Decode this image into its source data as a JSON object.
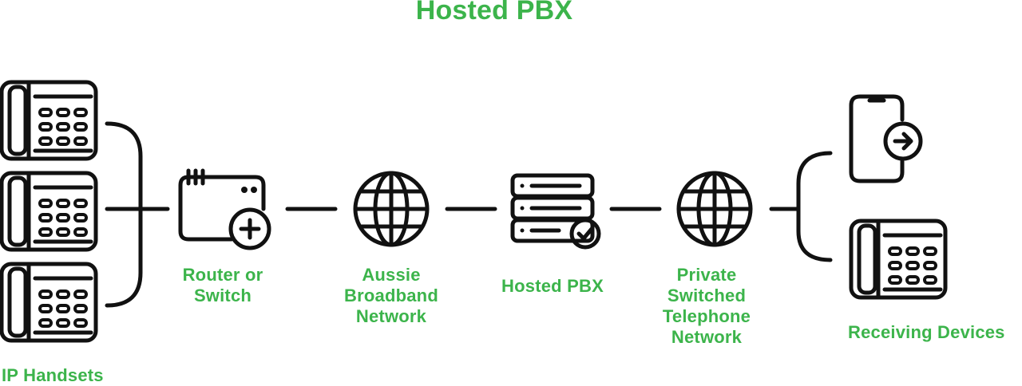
{
  "title": "Hosted PBX",
  "accent_color": "#3cb44b",
  "line_color": "#111111",
  "nodes": {
    "ip_handsets": {
      "label": "IP Handsets",
      "icon": "desk-phone-icon",
      "count": 3
    },
    "router": {
      "label_lines": [
        "Router or",
        "Switch"
      ],
      "icon": "router-plus-icon"
    },
    "aussie": {
      "label_lines": [
        "Aussie",
        "Broadband",
        "Network"
      ],
      "icon": "globe-icon"
    },
    "hosted_pbx": {
      "label": "Hosted PBX",
      "icon": "server-check-icon"
    },
    "pstn": {
      "label_lines": [
        "Private",
        "Switched",
        "Telephone",
        "Network"
      ],
      "icon": "globe-icon"
    },
    "receiving": {
      "label": "Receiving Devices",
      "icons": [
        "mobile-forward-icon",
        "desk-phone-icon"
      ]
    }
  }
}
